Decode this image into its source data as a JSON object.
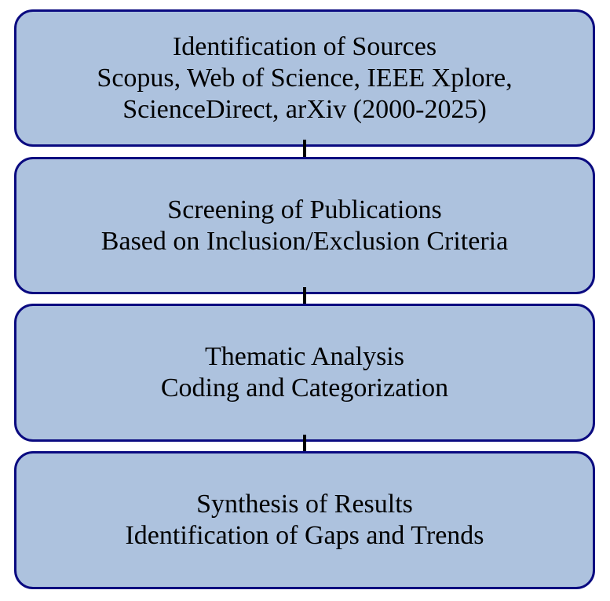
{
  "flowchart": {
    "colors": {
      "box_fill": "#adc2de",
      "box_border": "#0a0a80",
      "arrow": "#000000"
    },
    "steps": [
      {
        "title": "Identification of Sources",
        "line2": "Scopus, Web of Science, IEEE Xplore,",
        "line3": "ScienceDirect, arXiv (2000-2025)"
      },
      {
        "title": "Screening of Publications",
        "line2": "Based on Inclusion/Exclusion Criteria"
      },
      {
        "title": "Thematic Analysis",
        "line2": "Coding and Categorization"
      },
      {
        "title": "Synthesis of Results",
        "line2": "Identification of Gaps and Trends"
      }
    ]
  }
}
